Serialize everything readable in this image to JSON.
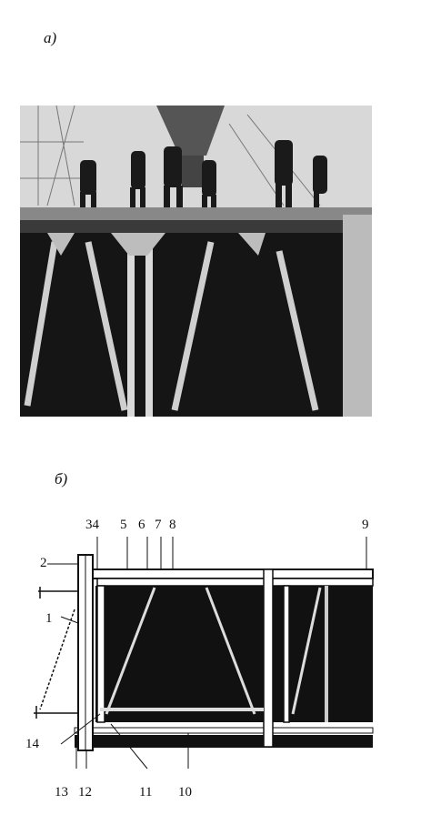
{
  "figure": {
    "panel_a_label": "а)",
    "panel_b_label": "б)"
  },
  "callouts": {
    "c34": "34",
    "c5": "5",
    "c6": "6",
    "c7": "7",
    "c8": "8",
    "c9": "9",
    "c2": "2",
    "c1": "1",
    "c14": "14",
    "c13": "13",
    "c12": "12",
    "c11": "11",
    "c10": "10"
  }
}
